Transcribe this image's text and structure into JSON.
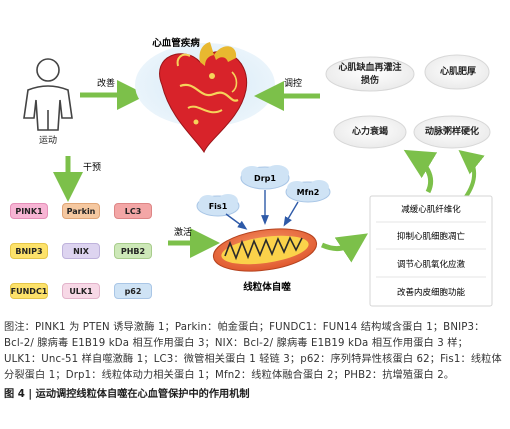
{
  "labels": {
    "exercise": "运动",
    "improve": "改善",
    "regulate": "调控",
    "intervene": "干预",
    "activate": "激活",
    "cvd": "心血管疾病",
    "mitophagy": "线粒体自噬"
  },
  "diseases": [
    "心肌缺血再灌注\n损伤",
    "心肌肥厚",
    "心力衰竭",
    "动脉粥样硬化"
  ],
  "dynamics": [
    "Drp1",
    "Fis1",
    "Mfn2"
  ],
  "proteins": [
    "PINK1",
    "Parkin",
    "LC3",
    "BNIP3",
    "NIX",
    "PHB2",
    "FUNDC1",
    "ULK1",
    "p62"
  ],
  "effects": [
    "减缓心肌纤维化",
    "抑制心肌细胞凋亡",
    "调节心肌氧化应激",
    "改善内皮细胞功能"
  ],
  "caption": "图注：PINK1 为 PTEN 诱导激酶 1；Parkin：帕金蛋白；FUNDC1：FUN14 结构域含蛋白 1；BNIP3：Bcl-2/ 腺病毒 E1B19 kDa 相互作用蛋白 3；NIX：Bcl-2/ 腺病毒 E1B19 kDa 相互作用蛋白 3 样；ULK1：Unc-51 样自噬激酶 1；LC3：微管相关蛋白 1 轻链 3；p62：序列特异性核蛋白 62；Fis1：线粒体分裂蛋白 1；Drp1：线粒体动力相关蛋白 1；Mfn2：线粒体融合蛋白 2；PHB2：抗增殖蛋白 2。",
  "figure_title": "图 4 | 运动调控线粒体自噬在心血管保护中的作用机制",
  "colors": {
    "green_arrow": "#7cc04a",
    "pink": "#f7b4d4",
    "tan": "#f5c8a0",
    "rose": "#f3a6a6",
    "yellow": "#fde26a",
    "lavender": "#ddd4f0",
    "mint": "#cde8b8",
    "lightblue": "#cfe3f5",
    "heart_red": "#d8232a"
  }
}
